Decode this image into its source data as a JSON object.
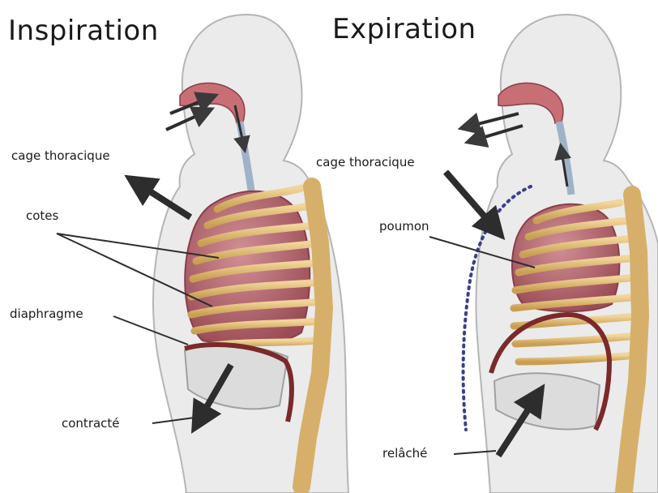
{
  "panels": {
    "inspiration": {
      "title": "Inspiration",
      "labels": {
        "cage": "cage thoracique",
        "cotes": "cotes",
        "diaphragme": "diaphragme",
        "contracte": "contracté"
      }
    },
    "expiration": {
      "title": "Expiration",
      "labels": {
        "cage": "cage thoracique",
        "poumon": "poumon",
        "relache": "relâché"
      }
    }
  },
  "colors": {
    "body_fill": "#ebebeb",
    "body_outline": "#b5b5b5",
    "lung": "#b4666e",
    "lung_dark": "#8a3e48",
    "rib": "#dcb870",
    "rib_outline": "#a8823d",
    "diaphragm": "#7a2a2a",
    "arrow": "#2d2d2d",
    "dotted_line": "#3a3f8a"
  }
}
